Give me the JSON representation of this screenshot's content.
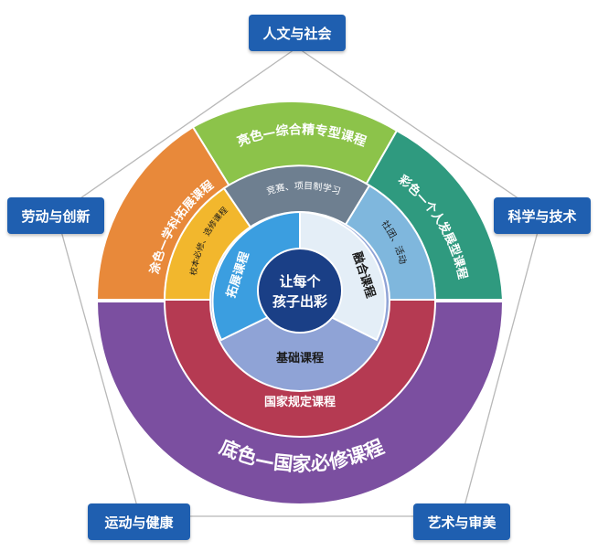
{
  "corners": {
    "top": "人文与社会",
    "left": "劳动与创新",
    "right": "科学与技术",
    "bottom_left": "运动与健康",
    "bottom_right": "艺术与审美"
  },
  "outer_ring": {
    "top": "亮色—综合精专型课程",
    "left": "涂色—学科拓展课程",
    "right": "彩色—个人发展型课程",
    "bottom": "底色—国家必修课程"
  },
  "middle_ring": {
    "top": "竞赛、项目制学习",
    "left": "校本必修、选修课程",
    "right": "社团、活动",
    "bottom": "国家规定课程"
  },
  "inner_ring": {
    "left": "拓展课程",
    "right": "融合课程",
    "bottom": "基础课程"
  },
  "center": {
    "line1": "让每个",
    "line2": "孩子出彩"
  },
  "colors": {
    "purple": "#7b4fa0",
    "orange": "#e8893a",
    "green": "#8cc34a",
    "teal": "#2f9a7f",
    "crimson": "#b53a52",
    "gold": "#f2b72d",
    "slate": "#6e7f90",
    "sky": "#7fb7dd",
    "blue": "#3b9ee0",
    "pale": "#e4eef7",
    "lavender": "#8fa3d6",
    "navy": "#1a3f86",
    "box": "#1f5fb0"
  }
}
